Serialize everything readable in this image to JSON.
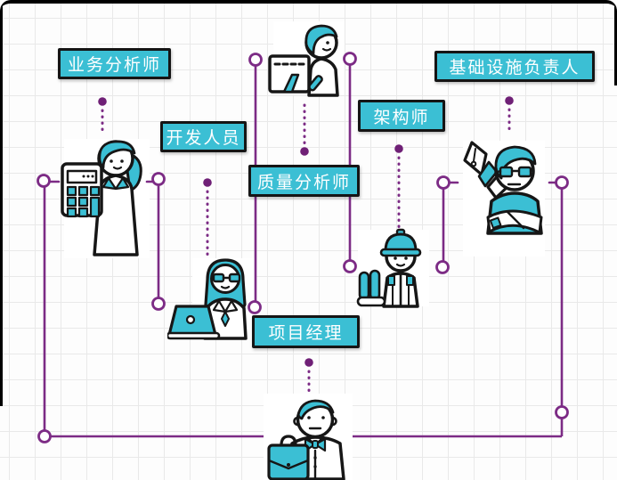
{
  "diagram": {
    "subject": "software-team-roles",
    "labels": [
      {
        "id": "business-analyst",
        "text": "业务分析师"
      },
      {
        "id": "developer",
        "text": "开发人员"
      },
      {
        "id": "quality-analyst",
        "text": "质量分析师"
      },
      {
        "id": "architect",
        "text": "架构师"
      },
      {
        "id": "infrastructure-lead",
        "text": "基础设施负责人"
      },
      {
        "id": "project-manager",
        "text": "项目经理"
      }
    ],
    "figures": [
      {
        "id": "business-analyst",
        "icon": "woman-with-calculator-icon"
      },
      {
        "id": "quality-analyst",
        "icon": "woman-with-monitor-icon"
      },
      {
        "id": "developer",
        "icon": "woman-with-laptop-icon"
      },
      {
        "id": "architect",
        "icon": "worker-with-hardhat-and-blueprints-icon"
      },
      {
        "id": "infrastructure-lead",
        "icon": "man-with-fountain-pen-icon"
      },
      {
        "id": "project-manager",
        "icon": "man-with-briefcase-icon"
      }
    ],
    "colors": {
      "teal": "#3bbfd4",
      "purple": "#7c2b85",
      "outline": "#161616",
      "grid": "#e9e9e9",
      "background": "#fdfdfd",
      "frame": "#000000",
      "label_text": "#ffffff"
    }
  }
}
